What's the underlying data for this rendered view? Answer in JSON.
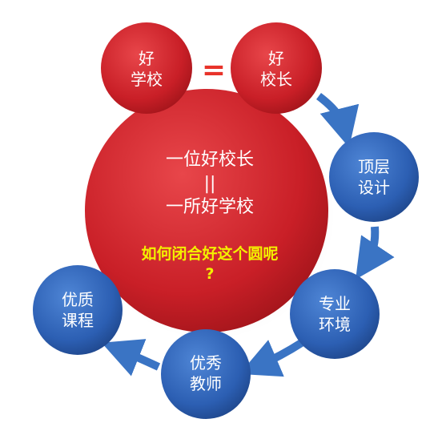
{
  "colors": {
    "red_circle": "#d0232a",
    "blue_circle": "#2f63b8",
    "arrow": "#3a74c4",
    "equals": "#e8332a",
    "question": "#f3f000"
  },
  "nodes": {
    "good_school": {
      "line1": "好",
      "line2": "学校"
    },
    "good_principal": {
      "line1": "好",
      "line2": "校长"
    },
    "top_design": {
      "line1": "顶层",
      "line2": "设计"
    },
    "professional_env": {
      "line1": "专业",
      "line2": "环境"
    },
    "excellent_teachers": {
      "line1": "优秀",
      "line2": "教师"
    },
    "quality_courses": {
      "line1": "优质",
      "line2": "课程"
    }
  },
  "equals_sign": "=",
  "center": {
    "line1": "一位好校长",
    "mid": "||",
    "line2": "一所好学校",
    "question1": "如何闭合好这个圆呢",
    "question2": "?"
  }
}
